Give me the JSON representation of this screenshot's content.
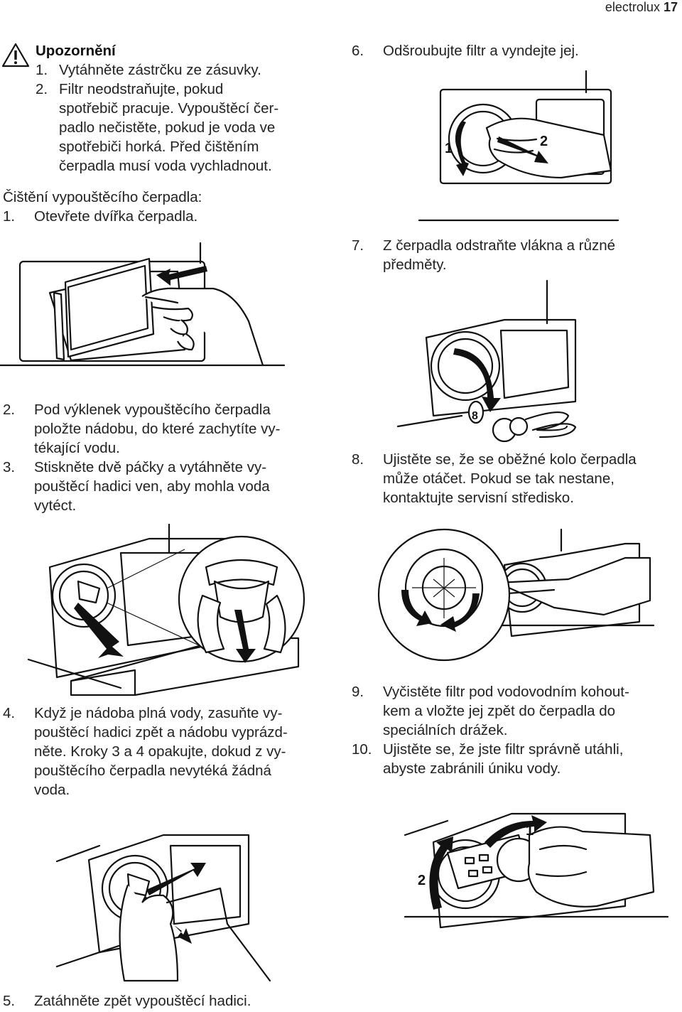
{
  "header": {
    "brand": "electrolux",
    "page_number": "17"
  },
  "warning": {
    "title": "Upozornění",
    "items": [
      {
        "num": "1.",
        "lines": [
          "Vytáhněte zástrčku ze zásuvky."
        ]
      },
      {
        "num": "2.",
        "lines": [
          "Filtr neodstraňujte, pokud",
          "spotřebič pracuje. Vypouštěcí čer-",
          "padlo nečistěte, pokud je voda ve",
          "spotřebiči horká. Před čištěním",
          "čerpadla musí voda vychladnout."
        ]
      }
    ]
  },
  "intro": "Čištění vypouštěcího čerpadla:",
  "steps": {
    "s1": {
      "num": "1.",
      "lines": [
        "Otevřete dvířka čerpadla."
      ]
    },
    "s2": {
      "num": "2.",
      "lines": [
        "Pod výklenek vypouštěcího čerpadla",
        "položte nádobu, do které zachytíte vy-",
        "tékající vodu."
      ]
    },
    "s3": {
      "num": "3.",
      "lines": [
        "Stiskněte dvě páčky a vytáhněte vy-",
        "pouštěcí hadici ven, aby mohla voda",
        "vytéct."
      ]
    },
    "s4": {
      "num": "4.",
      "lines": [
        "Když je nádoba plná vody, zasuňte vy-",
        "pouštěcí hadici zpět a nádobu vyprázd-",
        "něte. Kroky 3 a 4 opakujte, dokud z vy-",
        "pouštěcího čerpadla nevytéká žádná",
        "voda."
      ]
    },
    "s5": {
      "num": "5.",
      "lines": [
        "Zatáhněte zpět vypouštěcí hadici."
      ]
    },
    "s6": {
      "num": "6.",
      "lines": [
        "Odšroubujte filtr a vyndejte jej."
      ]
    },
    "s7": {
      "num": "7.",
      "lines": [
        "Z čerpadla odstraňte vlákna a různé",
        "předměty."
      ]
    },
    "s8": {
      "num": "8.",
      "lines": [
        "Ujistěte se, že se oběžné kolo čerpadla",
        "může otáčet. Pokud se tak nestane,",
        "kontaktujte servisní středisko."
      ]
    },
    "s9": {
      "num": "9.",
      "lines": [
        "Vyčistěte filtr pod vodovodním kohout-",
        "kem a vložte jej zpět do čerpadla do",
        "speciálních drážek."
      ]
    },
    "s10": {
      "num": "10.",
      "lines": [
        "Ujistěte se, že jste filtr správně utáhli,",
        "abyste zabránili úniku vody."
      ]
    }
  },
  "figure_labels": {
    "unscrew_1": "1",
    "unscrew_2": "2",
    "refit_1": "1",
    "refit_2": "2"
  }
}
